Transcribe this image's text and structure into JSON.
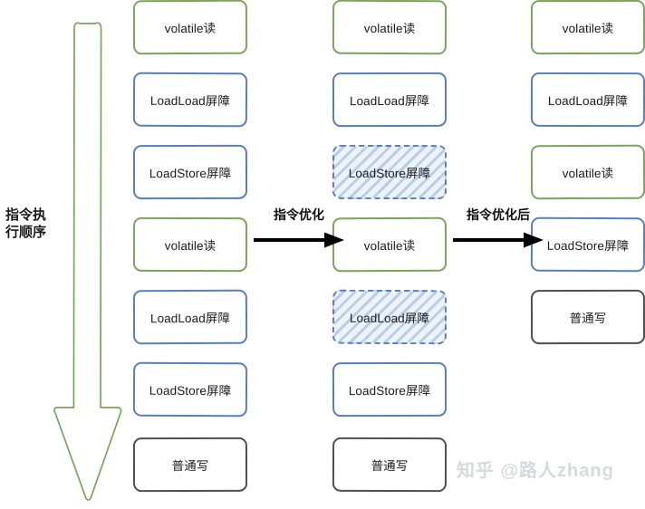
{
  "diagram": {
    "axis_label_line1": "指令执",
    "axis_label_line2": "行顺序",
    "arrow_icon": "down-arrow-icon"
  },
  "transitions": [
    {
      "label": "指令优化",
      "icon": "right-arrow-icon"
    },
    {
      "label": "指令优化后",
      "icon": "right-arrow-icon"
    }
  ],
  "columns": [
    {
      "name": "before-optimization",
      "nodes": [
        {
          "text": "volatile读",
          "style": "green"
        },
        {
          "text": "LoadLoad屏障",
          "style": "blue"
        },
        {
          "text": "LoadStore屏障",
          "style": "blue"
        },
        {
          "text": "volatile读",
          "style": "green"
        },
        {
          "text": "LoadLoad屏障",
          "style": "blue"
        },
        {
          "text": "LoadStore屏障",
          "style": "blue"
        },
        {
          "text": "普通写",
          "style": "grey"
        }
      ]
    },
    {
      "name": "during-optimization",
      "nodes": [
        {
          "text": "volatile读",
          "style": "green"
        },
        {
          "text": "LoadLoad屏障",
          "style": "blue"
        },
        {
          "text": "LoadStore屏障",
          "style": "hatched"
        },
        {
          "text": "volatile读",
          "style": "green"
        },
        {
          "text": "LoadLoad屏障",
          "style": "hatched"
        },
        {
          "text": "LoadStore屏障",
          "style": "blue"
        },
        {
          "text": "普通写",
          "style": "grey"
        }
      ]
    },
    {
      "name": "after-optimization",
      "nodes": [
        {
          "text": "volatile读",
          "style": "green"
        },
        {
          "text": "LoadLoad屏障",
          "style": "blue"
        },
        {
          "text": "volatile读",
          "style": "green"
        },
        {
          "text": "LoadStore屏障",
          "style": "blue"
        },
        {
          "text": "普通写",
          "style": "grey"
        }
      ]
    }
  ],
  "watermark": "知乎 @路人zhang",
  "colors": {
    "green": "#7aa35c",
    "blue": "#5b7fb5",
    "grey": "#4f4f4f",
    "hatch_fill": "#8dafd8",
    "watermark": "#d6d9dd"
  }
}
